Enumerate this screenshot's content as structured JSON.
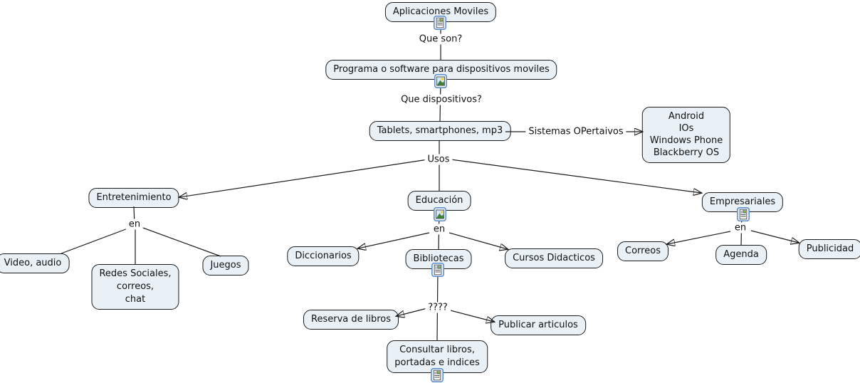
{
  "map_title": "Aplicaciones Moviles",
  "colors": {
    "background": "#ffffff",
    "node_fill": "#e9f1f7",
    "node_border": "#1c1c1c",
    "line": "#1c1c1c",
    "icon_frame": "#5b8ccc"
  },
  "icons": {
    "attachment_icon": "document-resource",
    "image_icon": "image-resource"
  },
  "nodes": {
    "aplicaciones": {
      "label": "Aplicaciones Moviles",
      "icon": "document-resource"
    },
    "programa": {
      "label": "Programa o software para dispositivos moviles",
      "icon": "image-resource"
    },
    "tablets": {
      "label": "Tablets, smartphones, mp3",
      "icon": null
    },
    "sistemas_list": {
      "label": "Android\nIOs\nWindows Phone\nBlackberry OS",
      "icon": null
    },
    "entretenimiento": {
      "label": "Entretenimiento",
      "icon": null
    },
    "video_audio": {
      "label": "Video, audio",
      "icon": null
    },
    "redes_sociales": {
      "label": "Redes Sociales,\ncorreos,\nchat",
      "icon": null
    },
    "juegos": {
      "label": "Juegos",
      "icon": null
    },
    "educacion": {
      "label": "Educación",
      "icon": "image-resource"
    },
    "diccionarios": {
      "label": "Diccionarios",
      "icon": null
    },
    "bibliotecas": {
      "label": "Bibliotecas",
      "icon": "document-resource"
    },
    "cursos": {
      "label": "Cursos Didacticos",
      "icon": null
    },
    "reserva": {
      "label": "Reserva de libros",
      "icon": null
    },
    "publicar": {
      "label": "Publicar articulos",
      "icon": null
    },
    "consultar": {
      "label": "Consultar libros,\nportadas e indices",
      "icon": "document-resource"
    },
    "empresariales": {
      "label": "Empresariales",
      "icon": "document-resource"
    },
    "correos": {
      "label": "Correos",
      "icon": null
    },
    "agenda": {
      "label": "Agenda",
      "icon": null
    },
    "publicidad": {
      "label": "Publicidad",
      "icon": null
    }
  },
  "links": {
    "que_son": "Que son?",
    "que_dispositivos": "Que dispositivos?",
    "sistemas_operativos": "Sistemas OPertaivos",
    "usos": "Usos",
    "en_entretenimiento": "en",
    "en_educacion": "en",
    "question_marks": "????",
    "en_empresariales": "en"
  }
}
